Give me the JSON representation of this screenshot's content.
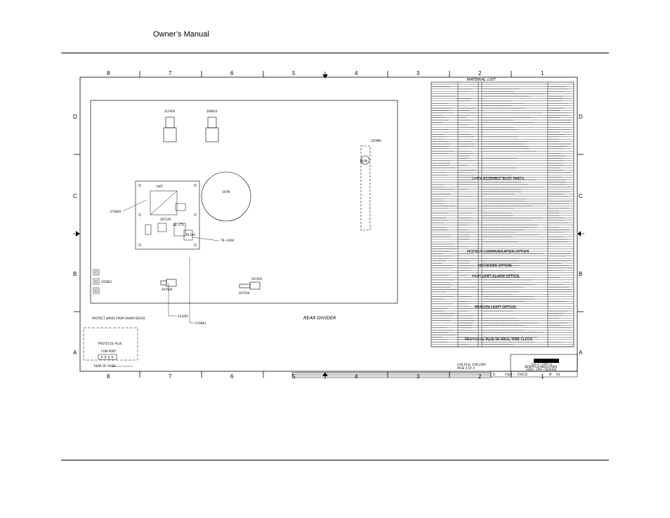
{
  "page": {
    "header_title": "Owner’s Manual"
  },
  "drawing": {
    "zones_top": [
      "8",
      "7",
      "6",
      "5",
      "4",
      "3",
      "2",
      "1"
    ],
    "zones_bottom": [
      "8",
      "7",
      "6",
      "5",
      "4",
      "3",
      "2",
      "1"
    ],
    "rows_left": [
      "D",
      "C",
      "B",
      "A"
    ],
    "rows_right": [
      "D",
      "C",
      "B",
      "A"
    ],
    "labels": {
      "rear_divider": "REAR DIVIDER",
      "rear_of_oven": "REAR OF OVEN",
      "protocol_plus": "PROTOCOL PLUS",
      "com_port": "COM PORT",
      "protect_wires": "PROTECT WIRES FROM SHARP EDGES",
      "p_270840": "270840",
      "p_270844": "270844",
      "p_123281": "123281",
      "p_211926": "211926",
      "p_208650": "208650",
      "p_105mm": "105MM",
      "p_105m": "105M",
      "p_167m": "167M",
      "p_78_240v": "78—240V",
      "p_207505": "207505",
      "p_207500": "207500",
      "p_297500": "297500",
      "p_1467": "1467",
      "p_28712r": "28712R",
      "p_28_ctl": "28—CTL",
      "p_78_240": "78 240",
      "p_205801": "205801"
    },
    "material_list": {
      "title": "MATERIAL LIST",
      "section_oven": "OVEN ASSEMBLY BODY PARTS",
      "section_modbus": "MODBUS COMMUNICATION OPTION",
      "section_recorder": "RECORDER OPTION",
      "section_highlimit": "HIGH LIMIT ALARM OPTION",
      "section_beacon": "BEACON LIGHT OPTION",
      "section_protocol": "PROTOCOL PLUS W/ REAL TIME CLOCK"
    },
    "title_block": {
      "company": "DESPATCH INDUSTRIES",
      "dwg_title": "LCC1—51H—2",
      "dwg_sub": "240V—1PH—50/60HZ",
      "dwg_size": "D",
      "dwg_no": "A382 — 159135",
      "rev": "M",
      "sheet": "04",
      "cad_file": "CAD FILE: 159135P4",
      "page": "PAGE 4 OF 4"
    }
  }
}
